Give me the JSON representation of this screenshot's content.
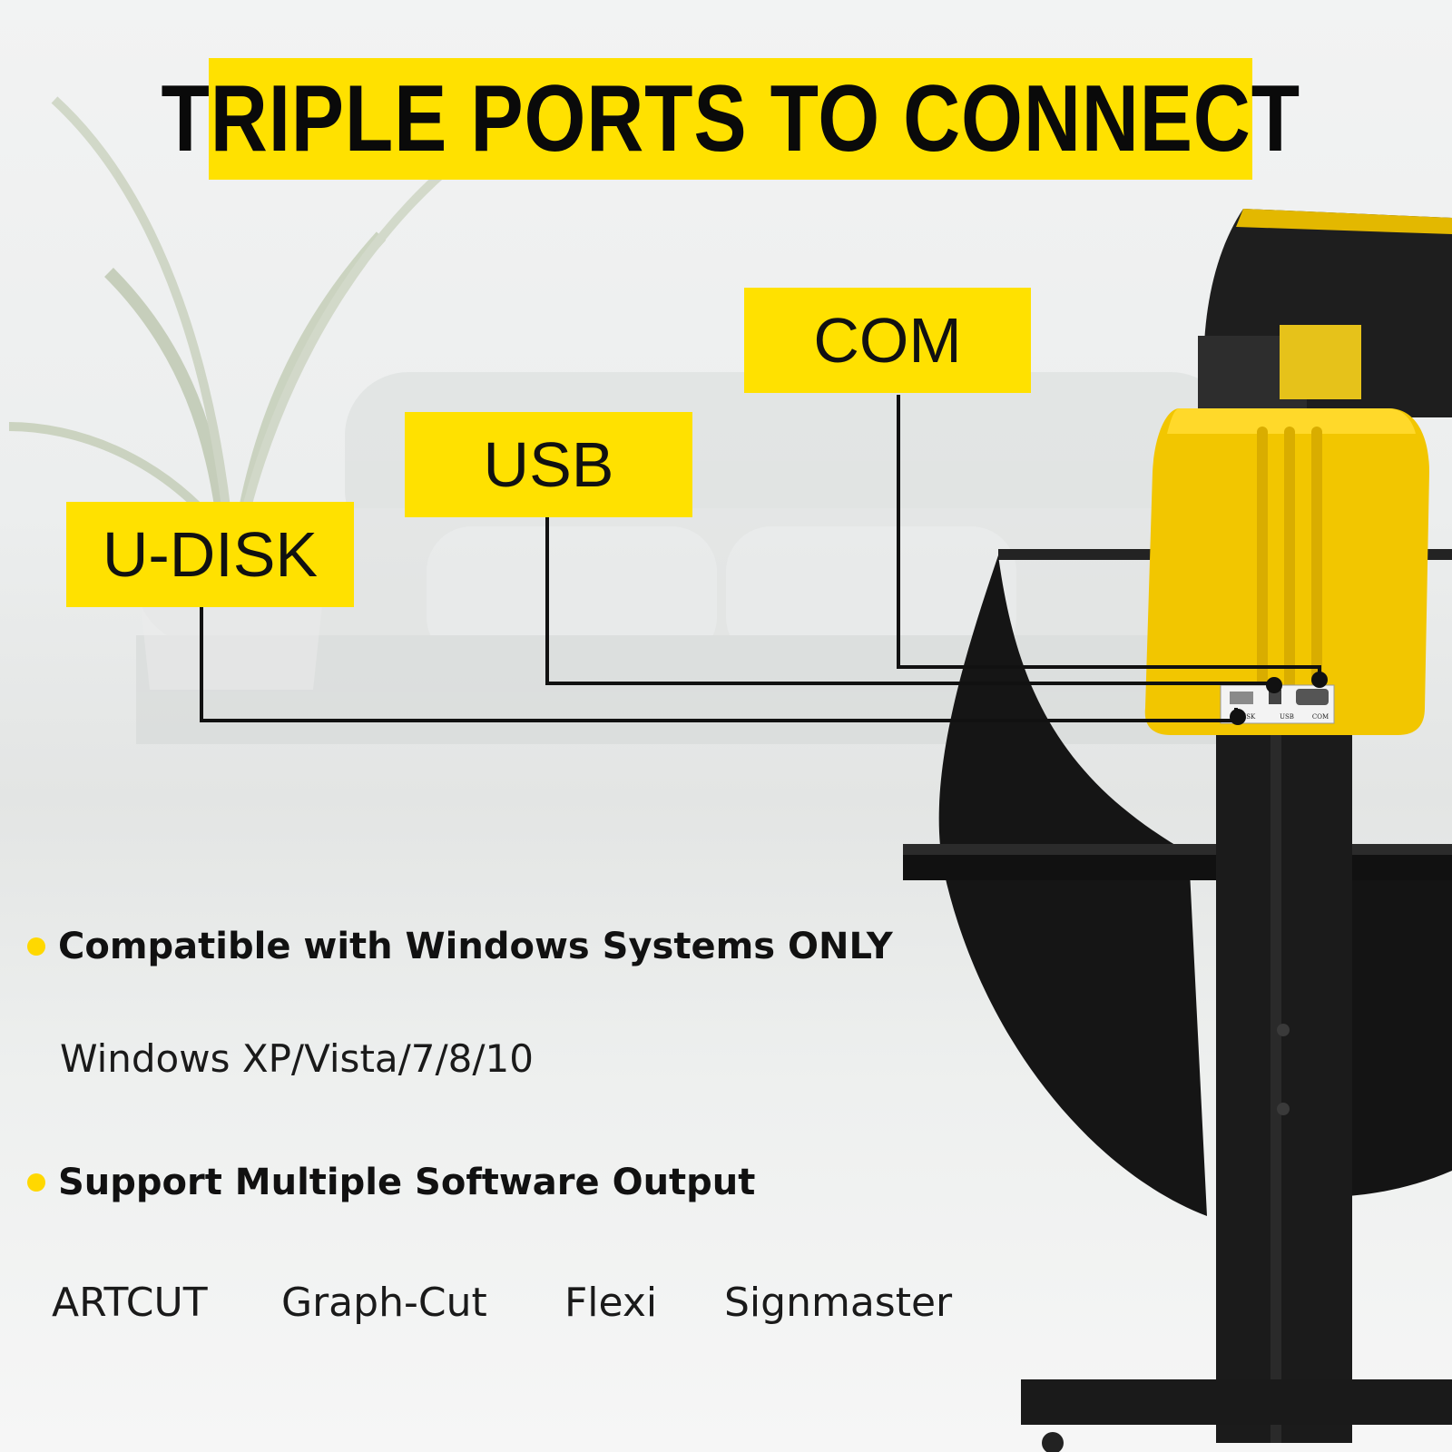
{
  "headline": "TRIPLE PORTS TO CONNECT",
  "ports": [
    {
      "label": "U-DISK"
    },
    {
      "label": "USB"
    },
    {
      "label": "COM"
    }
  ],
  "panel_labels": {
    "udisk": "U-DISK",
    "usb": "USB",
    "com": "COM"
  },
  "features": [
    {
      "title": "Compatible with Windows Systems ONLY",
      "detail": "Windows XP/Vista/7/8/10"
    },
    {
      "title": "Support Multiple Software Output"
    }
  ],
  "software": [
    "ARTCUT",
    "Graph-Cut",
    "Flexi",
    "Signmaster"
  ],
  "colors": {
    "accent_yellow": "#ffe100",
    "text": "#111111",
    "machine_black": "#1b1b1b"
  }
}
